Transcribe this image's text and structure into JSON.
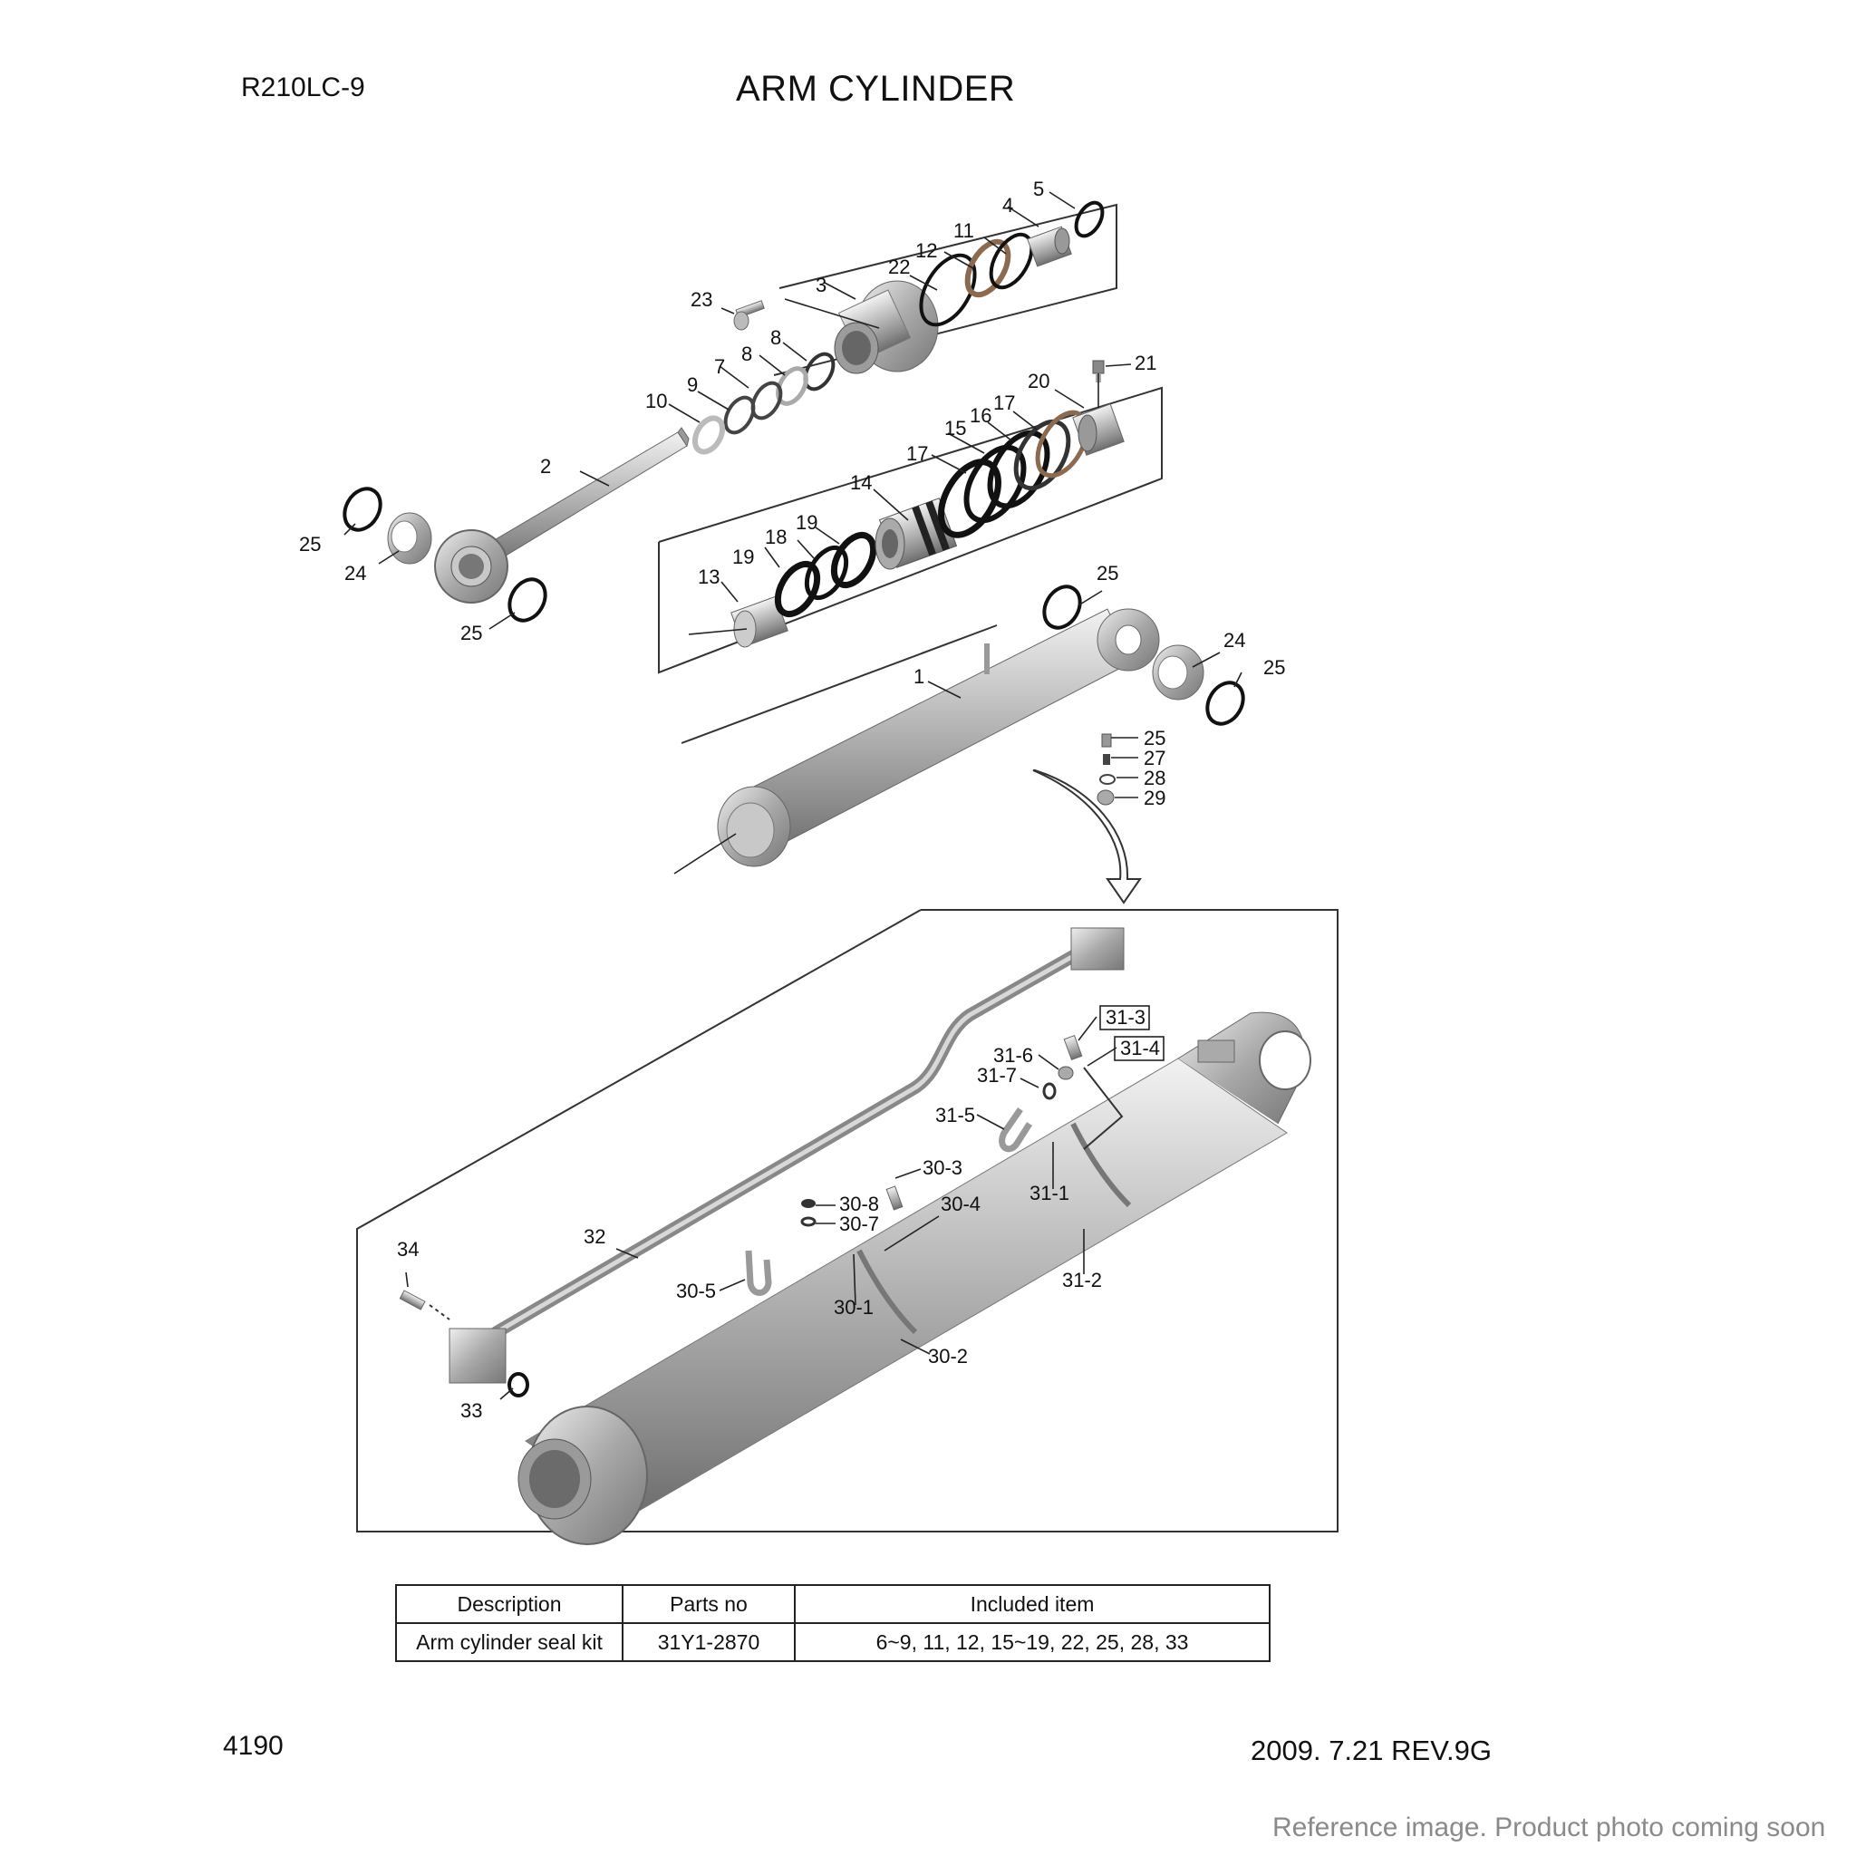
{
  "header": {
    "model": "R210LC-9",
    "title": "ARM CYLINDER"
  },
  "footer": {
    "page_no": "4190",
    "revision": "2009. 7.21  REV.9G",
    "notice": "Reference image. Product photo coming soon"
  },
  "callouts": {
    "rod": "2",
    "rod_cover": "3",
    "bushing_4": "4",
    "ring_5": "5",
    "seal_7": "7",
    "seal_8a": "8",
    "seal_8b": "8",
    "seal_9": "9",
    "ring_10": "10",
    "ring_11": "11",
    "ring_12": "12",
    "nut_13": "13",
    "piston": "14",
    "ring_15": "15",
    "ring_16": "16",
    "ring_17a": "17",
    "ring_17b": "17",
    "ring_18": "18",
    "ring_19a": "19",
    "ring_19b": "19",
    "collar_20": "20",
    "screw_21": "21",
    "ring_22": "22",
    "bolt_23": "23",
    "bushing_24a": "24",
    "bushing_24b": "24",
    "seal_25a": "25",
    "seal_25b": "25",
    "seal_25c": "25",
    "seal_25d": "25",
    "nipple_25": "25",
    "item_27": "27",
    "item_28": "28",
    "item_29": "29",
    "tube": "1",
    "p30_1": "30-1",
    "p30_2": "30-2",
    "p30_3": "30-3",
    "p30_4": "30-4",
    "p30_5": "30-5",
    "p30_7": "30-7",
    "p30_8": "30-8",
    "p31_1": "31-1",
    "p31_2": "31-2",
    "p31_3": "31-3",
    "p31_4": "31-4",
    "p31_5": "31-5",
    "p31_6": "31-6",
    "p31_7": "31-7",
    "pipe": "32",
    "oring_33": "33",
    "bolt_34": "34"
  },
  "kit_table": {
    "headers": [
      "Description",
      "Parts no",
      "Included item"
    ],
    "rows": [
      [
        "Arm cylinder seal kit",
        "31Y1-2870",
        "6~9, 11, 12, 15~19, 22, 25, 28, 33"
      ]
    ]
  }
}
